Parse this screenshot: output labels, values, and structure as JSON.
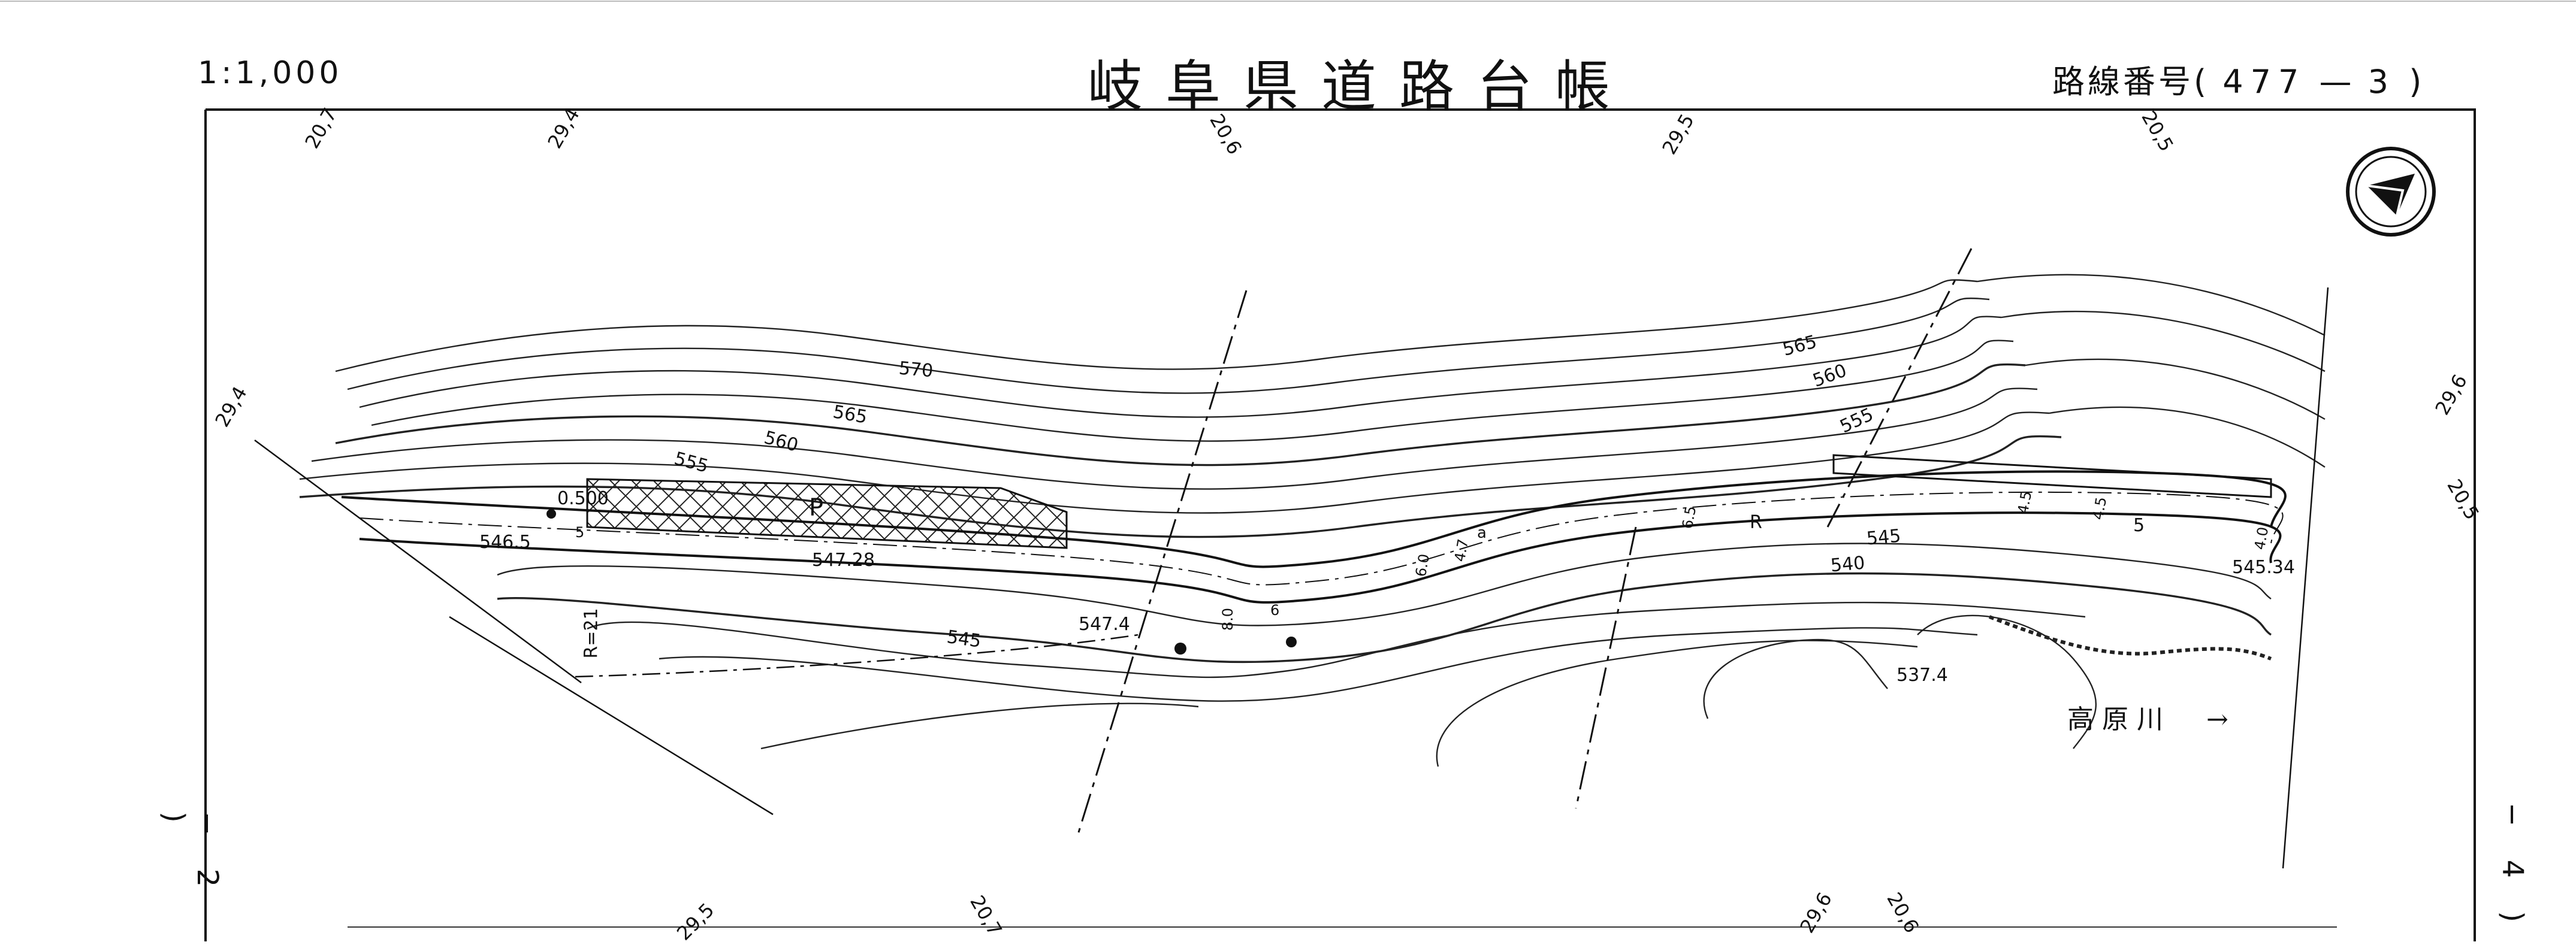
{
  "header": {
    "scale": "1:1,000",
    "title": "岐阜県道路台帳",
    "route_prefix": "路線番号(",
    "route_main": "477",
    "route_dash": "—",
    "route_sub": "3",
    "route_suffix": ")"
  },
  "sheet_refs": {
    "left": "− 2 )",
    "right": "− 4 )"
  },
  "stations": {
    "top_20_7": "20,7",
    "top_29_4": "29,4",
    "top_20_6": "20,6",
    "top_29_5": "29,5",
    "top_20_5": "20,5",
    "left_29_4": "29,4",
    "right_29_6": "29,6",
    "right_20_5": "20,5",
    "bottom_29_5": "29,5",
    "bottom_20_7": "20,7",
    "bottom_29_6": "29,6",
    "bottom_20_6": "20,6"
  },
  "contours": {
    "c570": "570",
    "c565a": "565",
    "c560a": "560",
    "c555a": "555",
    "c565b": "565",
    "c560b": "560",
    "c555b": "555",
    "c545a": "545",
    "c545b": "545",
    "c540": "540"
  },
  "elevations": {
    "e0500": "0.500",
    "e5465": "546.5",
    "e54728": "547.28",
    "e5474": "547.4",
    "e5374": "537.4",
    "e54534": "545.34"
  },
  "labels": {
    "parking": "P",
    "radius": "R=21",
    "road_r": "R",
    "small5": "5",
    "small6": "6",
    "w60": "6.0",
    "w47": "4.7",
    "w80": "8.0",
    "w65": "6.5",
    "w45a": "4.5",
    "w45b": "4.5",
    "w55": "5",
    "w40": "4.0",
    "a_mark": "a"
  },
  "river": {
    "name": "高原川",
    "arrow": "→"
  },
  "icons": {
    "north": "north-arrow-icon"
  }
}
